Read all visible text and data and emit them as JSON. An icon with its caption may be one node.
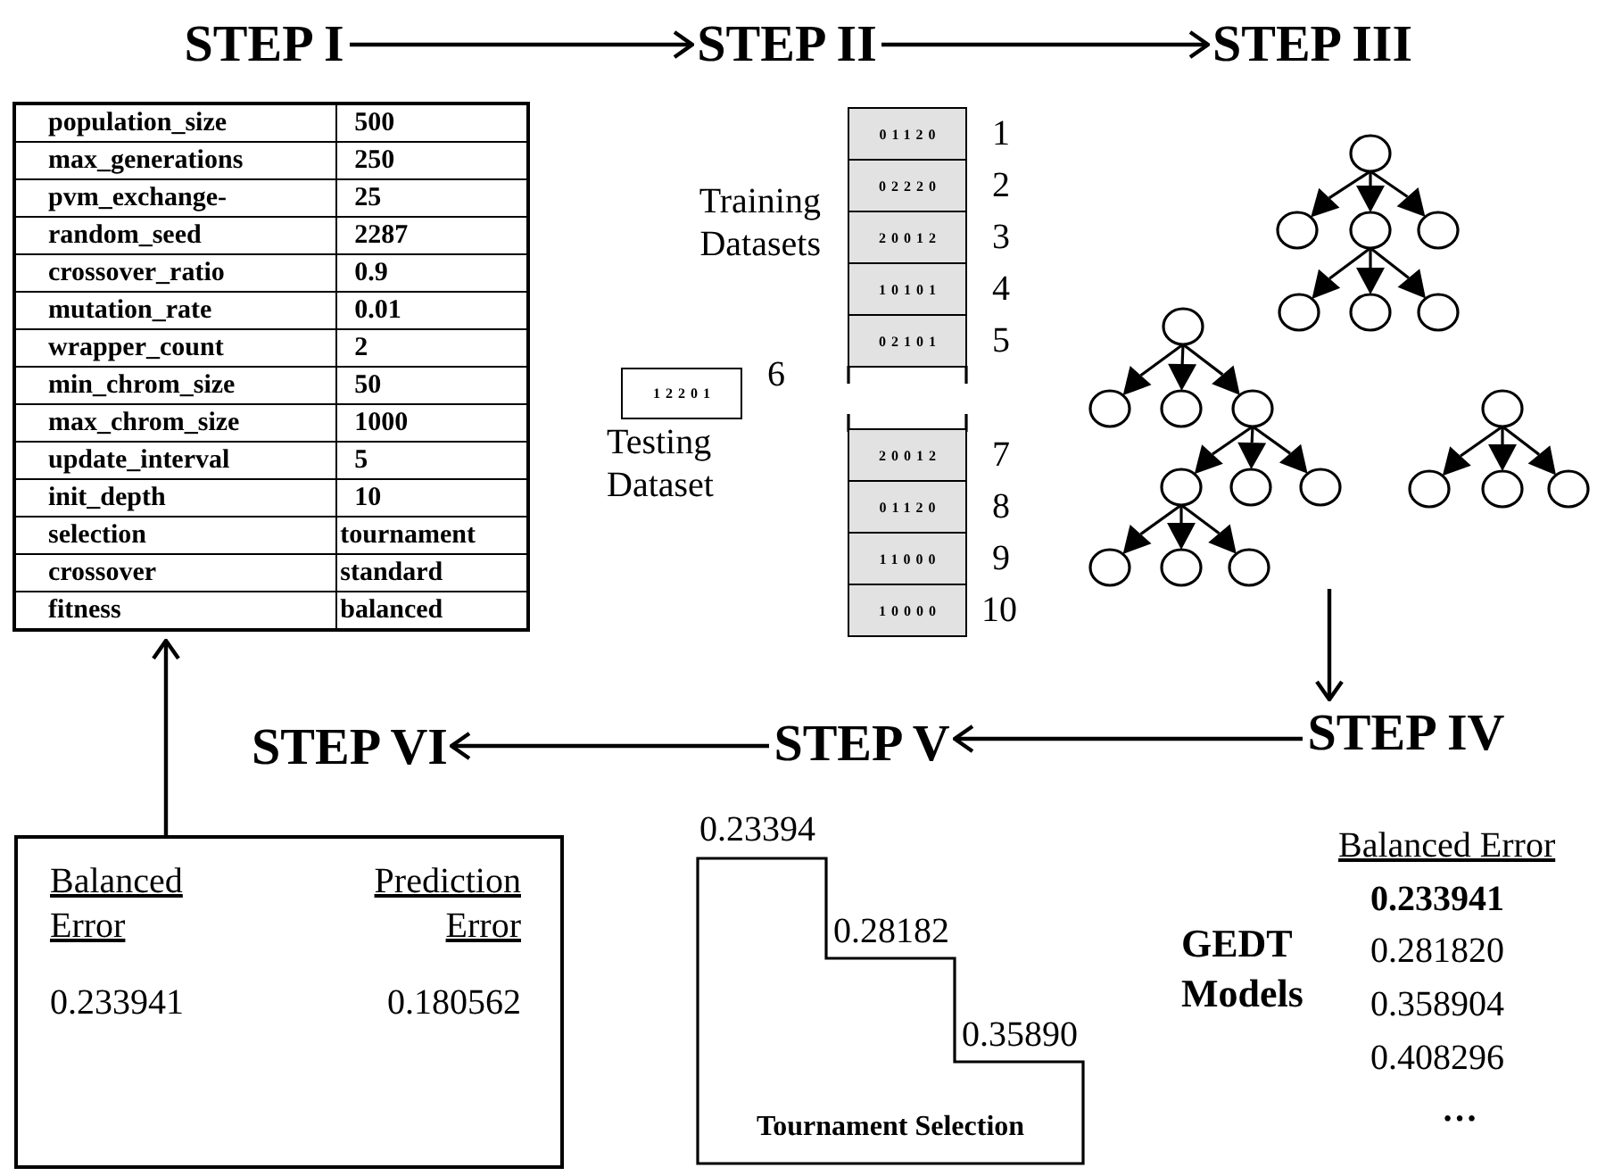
{
  "diagram": {
    "nodes": [
      {
        "text": [
          "STEP I"
        ]
      },
      {
        "text": [
          "STEP II"
        ]
      },
      {
        "text": [
          "STEP III"
        ]
      },
      {
        "text": [
          "STEP IV"
        ]
      },
      {
        "text": [
          "STEP V"
        ]
      },
      {
        "text": [
          "STEP VI"
        ]
      },
      {
        "text": [],
        "shape": "box"
      },
      {
        "text": [
          "Balanced Error",
          "Prediction Error",
          "0.233941",
          "0.180562"
        ]
      },
      {
        "text": [],
        "shape": "picture"
      },
      {
        "text": [
          "Tournament Selection"
        ],
        "beside": [
          "0.23394",
          "0.28182",
          "0.35890"
        ]
      },
      {
        "text": [
          "12201"
        ],
        "beside": [
          "6"
        ]
      },
      {
        "text": [
          "01120"
        ],
        "beside": [
          "1"
        ]
      },
      {
        "text": [
          "02220"
        ],
        "beside": [
          "2"
        ]
      },
      {
        "text": [
          "20012"
        ],
        "beside": [
          "3"
        ]
      },
      {
        "text": [
          "10101"
        ],
        "beside": [
          "4"
        ]
      },
      {
        "text": [
          "02101"
        ],
        "beside": [
          "5"
        ]
      },
      {
        "text": [
          "20012"
        ],
        "beside": [
          "7"
        ]
      },
      {
        "text": [
          "01120"
        ],
        "beside": [
          "8"
        ]
      },
      {
        "text": [
          "11000"
        ],
        "beside": [
          "9"
        ]
      },
      {
        "text": [
          "10000"
        ],
        "beside": [
          "10"
        ]
      }
    ],
    "edges": [
      {
        "from": 0,
        "to": 1,
        "arrow": "to"
      },
      {
        "from": 1,
        "to": 2,
        "arrow": "to"
      },
      {
        "from": 8,
        "to": 3,
        "arrow": "to"
      },
      {
        "from": 3,
        "to": 4,
        "arrow": "to"
      },
      {
        "from": 4,
        "to": 5,
        "arrow": "to"
      },
      {
        "from": 7,
        "to": 6,
        "arrow": "to"
      }
    ],
    "labels": [
      "population_size",
      "500",
      "max_generations",
      "250",
      "pvm_exchange-",
      "25",
      "random_seed",
      "2287",
      "crossover_ratio",
      "0.9",
      "mutation_rate",
      "0.01",
      "wrapper_count",
      "2",
      "min_chrom_size",
      "50",
      "max_chrom_size",
      "1000",
      "update_interval",
      "5",
      "init_depth",
      "10",
      "selection",
      "tournament",
      "crossover",
      "standard",
      "fitness",
      "balanced",
      "Training Datasets",
      "Testing Dataset",
      "Balanced Error",
      "0.233941",
      "0.281820",
      "0.358904",
      "0.408296",
      "…",
      "GEDT Models"
    ]
  }
}
